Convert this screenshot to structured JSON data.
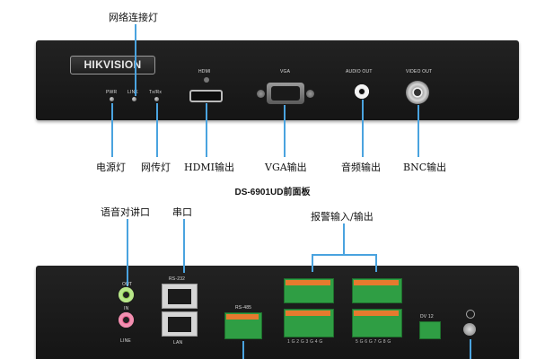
{
  "front": {
    "brand": "HIKVISION",
    "leds": {
      "pwr": "PWR",
      "link": "LINK",
      "txrx": "Tx/Rx"
    },
    "ports": {
      "hdmi": "HDMI",
      "vga": "VGA",
      "audio_out": "AUDIO OUT",
      "video_out": "VIDEO OUT"
    }
  },
  "callouts_front": {
    "network_led": "网络连接灯",
    "power_led": "电源灯",
    "data_led": "网传灯",
    "hdmi_out": "HDMI输出",
    "vga_out": "VGA输出",
    "audio_out": "音频输出",
    "bnc_out": "BNC输出"
  },
  "caption": "DS-6901UD前面板",
  "callouts_rear": {
    "intercom": "语音对讲口",
    "serial": "串口",
    "alarm_io": "报警输入/输出"
  },
  "rear": {
    "audio": {
      "out": "OUT",
      "in": "IN",
      "line": "LINE"
    },
    "rs232": "RS-232",
    "lan": "LAN",
    "rs485": "RS-485",
    "dv12": "DV 12",
    "alarm_left_numbers": "1 G 2 G 3 G 4 G",
    "alarm_right_numbers": "5 G 6 G 7 G 8 G"
  },
  "colors": {
    "callout_line": "#4aa3df",
    "terminal_green": "#2f9e44",
    "terminal_orange": "#e67a2e",
    "audio_out_ring": "#8fd14f",
    "audio_in_ring": "#e85a8a"
  }
}
